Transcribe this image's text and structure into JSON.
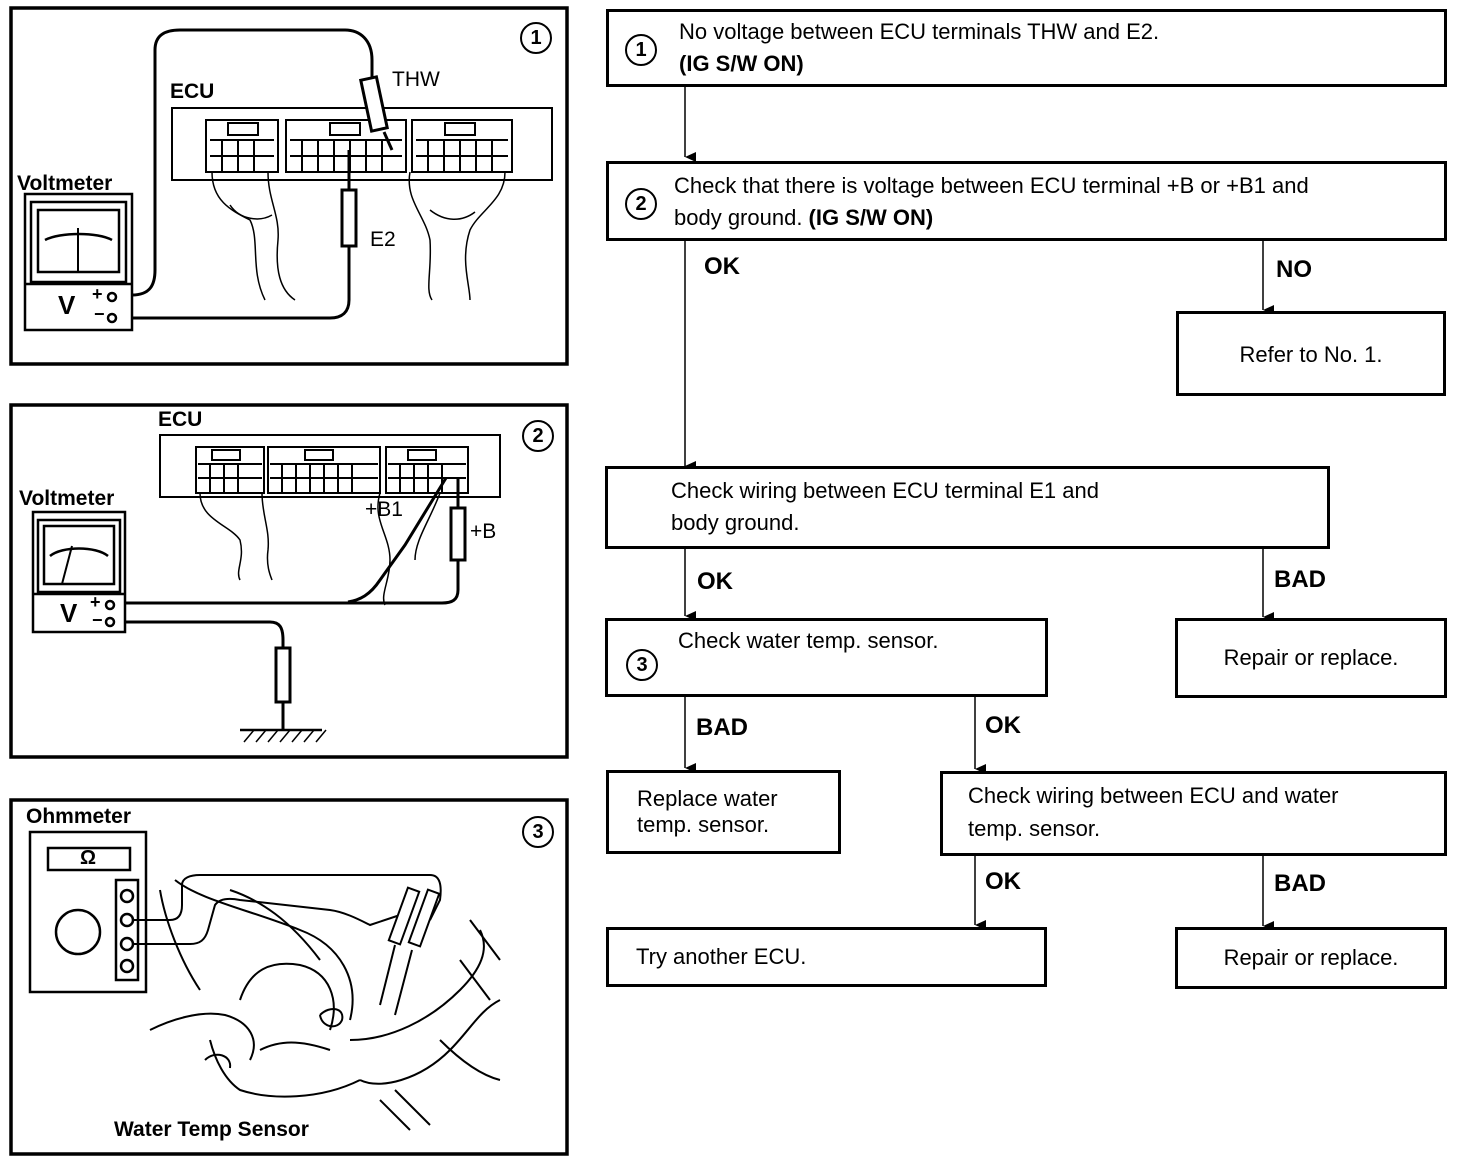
{
  "illustrations": {
    "panel1": {
      "number": "1",
      "ecu": "ECU",
      "thw": "THW",
      "e2": "E2",
      "meter": "Voltmeter",
      "v": "V",
      "plus": "+",
      "minus": "−"
    },
    "panel2": {
      "number": "2",
      "ecu": "ECU",
      "b1": "+B1",
      "b": "+B",
      "meter": "Voltmeter",
      "v": "V",
      "plus": "+",
      "minus": "−"
    },
    "panel3": {
      "number": "3",
      "meter": "Ohmmeter",
      "symbol": "Ω",
      "sensor": "Water Temp Sensor"
    }
  },
  "flowchart": {
    "step1": {
      "number": "1",
      "line1": "No voltage between ECU terminals THW and E2.",
      "line2": "(IG S/W ON)"
    },
    "step2": {
      "number": "2",
      "line1": "Check that there is voltage between ECU terminal +B or +B1 and",
      "line2a": "body ground. ",
      "line2b": "(IG S/W ON)"
    },
    "refer": "Refer to No. 1.",
    "wiring_e1": {
      "line1": "Check wiring between ECU terminal E1 and",
      "line2": "body ground."
    },
    "step3": {
      "number": "3",
      "line1": "Check water temp. sensor."
    },
    "repair1": "Repair or replace.",
    "replace_sensor": {
      "line1": "Replace water",
      "line2": "temp. sensor."
    },
    "wiring_sensor": {
      "line1": "Check wiring between ECU and water",
      "line2": "temp. sensor."
    },
    "try_ecu": "Try another ECU.",
    "repair2": "Repair or replace.",
    "labels": {
      "ok1": "OK",
      "no1": "NO",
      "ok2": "OK",
      "bad2": "BAD",
      "bad3": "BAD",
      "ok3": "OK",
      "ok4": "OK",
      "bad4": "BAD"
    }
  }
}
